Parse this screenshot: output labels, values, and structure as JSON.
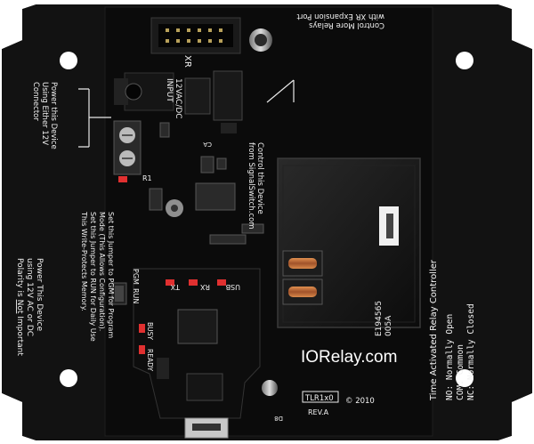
{
  "board": {
    "logo": "IORelay.com",
    "copyright": "© 2010",
    "model": "TLR1x0",
    "revision": "REV.A",
    "expansion_note": [
      "Control More Relays",
      "with XR Expansion Port"
    ],
    "xr_label": "XR",
    "power_input_label": [
      "12VAC/DC",
      "INPUT"
    ],
    "control_note": [
      "Control this Device",
      "from SignalSwitch.com"
    ],
    "power_note": [
      "Power this Device",
      "Using Either 12V",
      "Connector"
    ],
    "power_note2": [
      "Power This Device",
      "using 12V AC or DC",
      "Polarity is ",
      "Not",
      " Important"
    ],
    "jumper_note": [
      "Set this Jumper to PGM for Program",
      "Mode (This Allows Configuration).",
      "Set this Jumper to RUN for Daily Use",
      "This Write-Protects Memory."
    ],
    "pgm_label": "PGM",
    "run_label": "RUN",
    "led_labels": {
      "tx": "TX",
      "rx": "RX",
      "usb": "USB",
      "busy": "BUSY",
      "ready": "READY"
    },
    "relay_title": "Time Activated Relay Controller",
    "legend": [
      "NO:  Normally Open",
      "COM: Common",
      "NC:  Normally Closed"
    ],
    "relay_marking": [
      "E194565",
      "005A"
    ],
    "ca_label": "CA",
    "r1_label": "R1",
    "d8_label": "D8"
  },
  "colors": {
    "pcb": "#0b0b0b",
    "enclosure": "#111111",
    "silkscreen": "#f2f2f2",
    "copper": "#c87a3a",
    "led_red": "#e03030"
  }
}
